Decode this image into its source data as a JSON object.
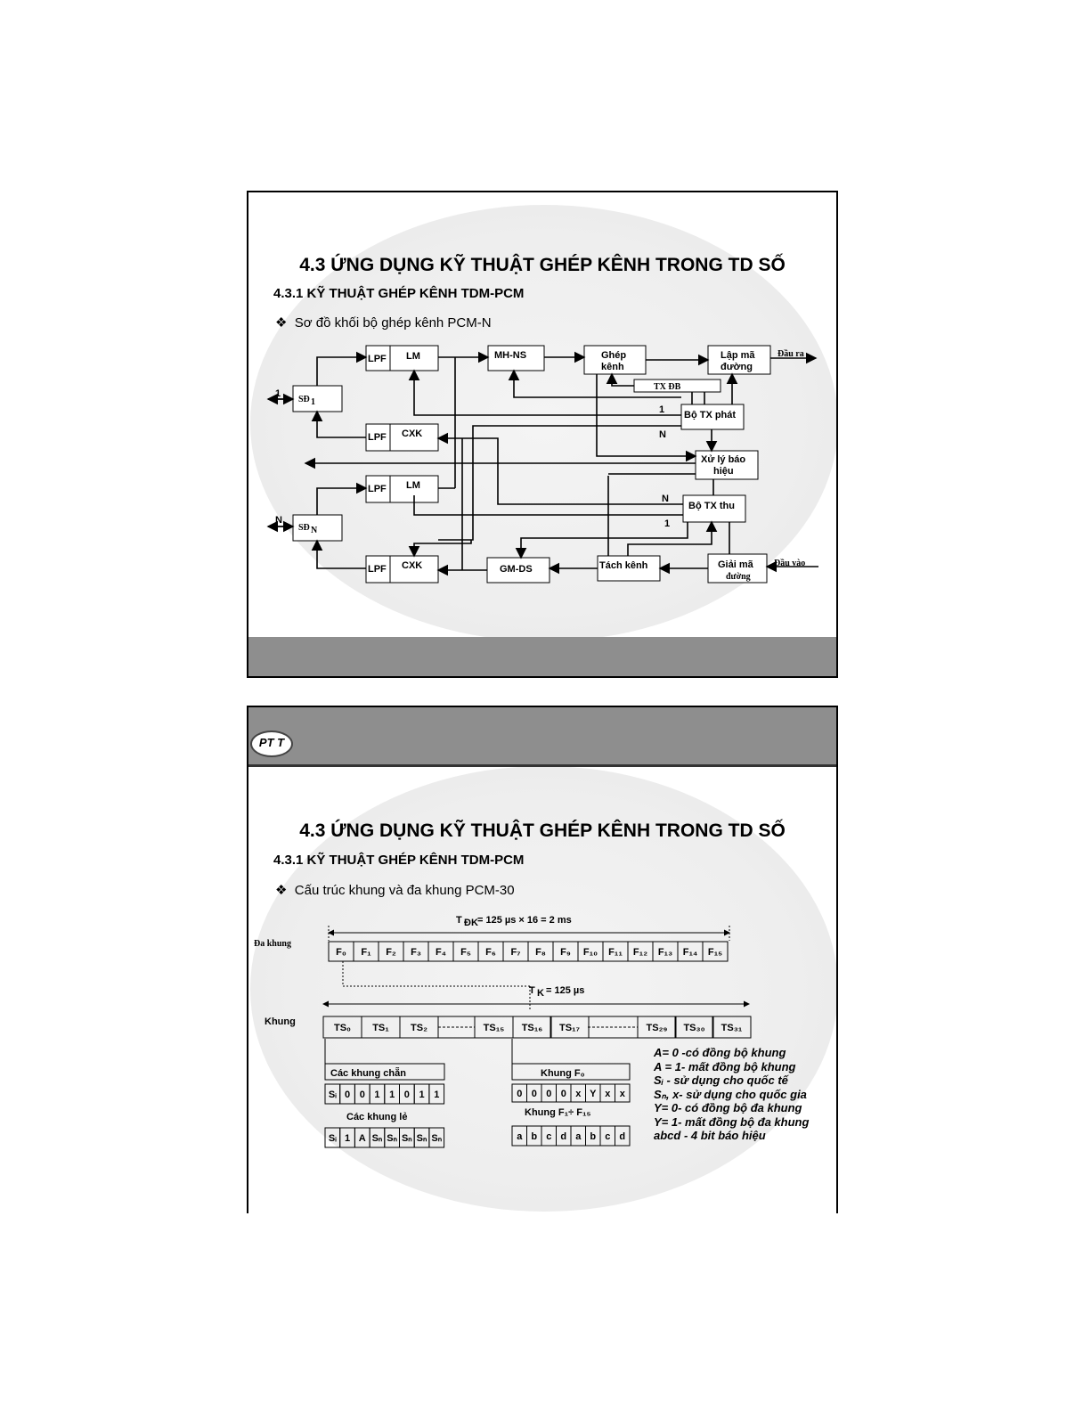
{
  "slide1": {
    "title": "4.3 ỨNG DỤNG KỸ THUẬT GHÉP KÊNH TRONG TD SỐ",
    "subtitle": "4.3.1 KỸ THUẬT GHÉP KÊNH TDM-PCM",
    "bullet_glyph": "❖",
    "bullet": "Sơ đồ khối bộ ghép kênh PCM-N",
    "blocks": {
      "lpf": "LPF",
      "lm": "LM",
      "cxk": "CXK",
      "mhns": "MH-NS",
      "ghep1": "Ghép",
      "ghep2": "kênh",
      "lapma1": "Lập mã",
      "lapma2": "đường",
      "txdb": "TX ĐB",
      "botxphat": "Bộ TX phát",
      "xuly1": "Xử lý báo",
      "xuly2": "hiệu",
      "botxthu": "Bộ TX thu",
      "tachkenh": "Tách kênh",
      "gmds": "GM-DS",
      "giaima1": "Giải mã",
      "giaima2": "đường",
      "sd1": "SĐ",
      "sd1_sub": "1",
      "sdn": "SĐ",
      "sdn_sub": "N",
      "dauRa": "Đầu ra",
      "dauVao": "Đầu vào",
      "one": "1",
      "n": "N"
    }
  },
  "slide2": {
    "logo": "PT T",
    "title": "4.3 ỨNG DỤNG KỸ THUẬT GHÉP KÊNH TRONG TD SỐ",
    "subtitle": "4.3.1 KỸ THUẬT GHÉP KÊNH TDM-PCM",
    "bullet_glyph": "❖",
    "bullet": "Cấu trúc khung và đa khung PCM-30",
    "tdk": "T",
    "tdk_sub": "ĐK",
    "tdk_formula": "= 125 µs × 16 = 2 ms",
    "tk": "T",
    "tk_sub": "K",
    "tk_formula": "= 125 µs",
    "da_khung_label": "Đa khung",
    "khung_label": "Khung",
    "frames": [
      "F₀",
      "F₁",
      "F₂",
      "F₃",
      "F₄",
      "F₅",
      "F₆",
      "F₇",
      "F₈",
      "F₉",
      "F₁₀",
      "F₁₁",
      "F₁₂",
      "F₁₃",
      "F₁₄",
      "F₁₅"
    ],
    "timeslots": [
      "TS₀",
      "TS₁",
      "TS₂",
      "TS₁₅",
      "TS₁₆",
      "TS₁₇",
      "TS₂₉",
      "TS₃₀",
      "TS₃₁"
    ],
    "even_frames_label": "Các khung chẵn",
    "even_bits": [
      "Sᵢ",
      "0",
      "0",
      "1",
      "1",
      "0",
      "1",
      "1"
    ],
    "odd_frames_label": "Các khung lẻ",
    "odd_bits": [
      "Sᵢ",
      "1",
      "A",
      "Sₙ",
      "Sₙ",
      "Sₙ",
      "Sₙ",
      "Sₙ"
    ],
    "khung_f0_label": "Khung F₀",
    "f0_bits": [
      "0",
      "0",
      "0",
      "0",
      "x",
      "Y",
      "x",
      "x"
    ],
    "khung_f1_f15_label": "Khung F₁÷ F₁₅",
    "f1_bits": [
      "a",
      "b",
      "c",
      "d",
      "a",
      "b",
      "c",
      "d"
    ],
    "legend": [
      "A= 0 -có đồng bộ khung",
      "A = 1- mất đồng bộ khung",
      "Sᵢ - sử dụng cho quốc tế",
      "Sₙ, x- sử dụng cho quốc gia",
      "Y= 0- có đồng bộ đa khung",
      "Y= 1- mất đồng bộ đa khung",
      "abcd - 4 bit báo hiệu"
    ]
  }
}
